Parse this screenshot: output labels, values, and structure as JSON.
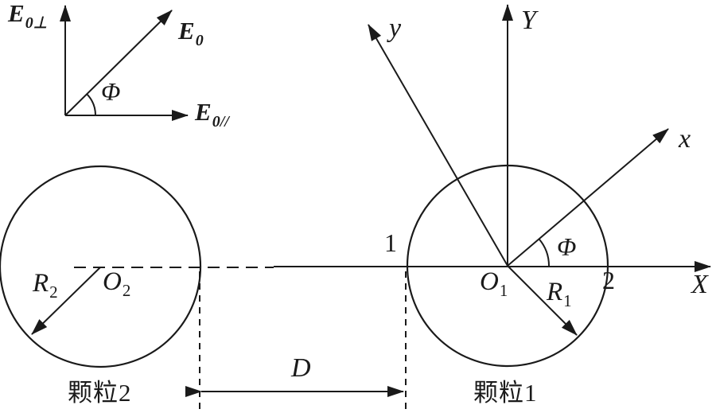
{
  "colors": {
    "ink": "#1a1a1a",
    "background": "#ffffff"
  },
  "field_inset": {
    "e_perpendicular": {
      "base": "E",
      "sub": "0⊥"
    },
    "e_total": {
      "base": "E",
      "sub": "0"
    },
    "e_parallel": {
      "base": "E",
      "sub": "0//"
    },
    "angle": "Φ"
  },
  "axes": {
    "global_x": "X",
    "global_y": "Y",
    "local_x": "x",
    "local_y": "y",
    "rotation_angle": "Φ"
  },
  "particle1": {
    "caption": "颗粒1",
    "center": {
      "base": "O",
      "sub": "1"
    },
    "radius": {
      "base": "R",
      "sub": "1"
    },
    "surface_point_near": "1",
    "surface_point_far": "2"
  },
  "particle2": {
    "caption": "颗粒2",
    "center": {
      "base": "O",
      "sub": "2"
    },
    "radius": {
      "base": "R",
      "sub": "2"
    }
  },
  "gap": {
    "distance_label": "D"
  }
}
